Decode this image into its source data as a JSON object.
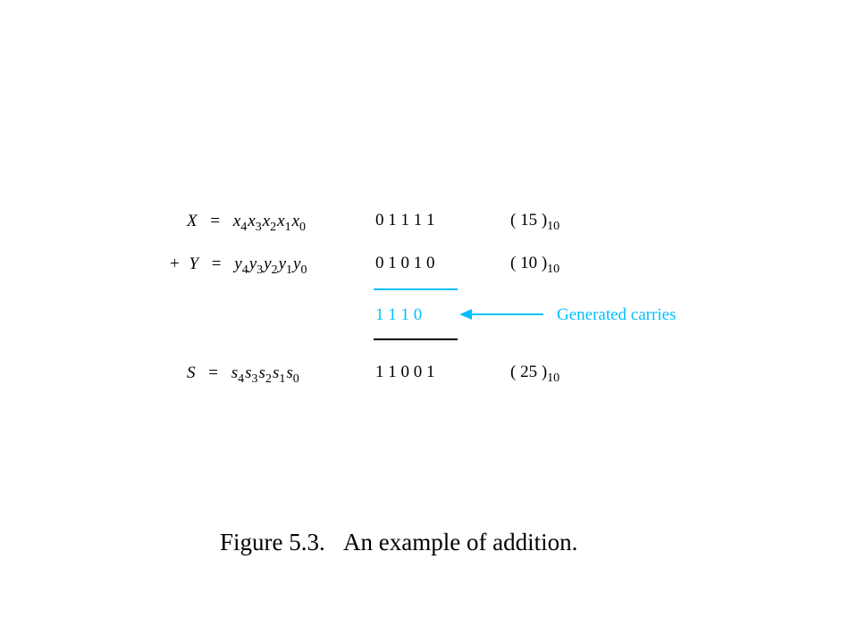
{
  "rows": {
    "x": {
      "lhs": "X",
      "eq": "=",
      "vars": [
        {
          "base": "x",
          "sub": "4"
        },
        {
          "base": "x",
          "sub": "3"
        },
        {
          "base": "x",
          "sub": "2"
        },
        {
          "base": "x",
          "sub": "1"
        },
        {
          "base": "x",
          "sub": "0"
        }
      ],
      "bits": "0 1 1 1 1",
      "decimal": "( 15 )",
      "base": "10"
    },
    "y": {
      "plus": "+",
      "lhs": "Y",
      "eq": "=",
      "vars": [
        {
          "base": "y",
          "sub": "4"
        },
        {
          "base": "y",
          "sub": "3"
        },
        {
          "base": "y",
          "sub": "2"
        },
        {
          "base": "y",
          "sub": "1"
        },
        {
          "base": "y",
          "sub": "0"
        }
      ],
      "bits": "0 1 0 1 0",
      "decimal": "( 10 )",
      "base": "10"
    },
    "s": {
      "lhs": "S",
      "eq": "=",
      "vars": [
        {
          "base": "s",
          "sub": "4"
        },
        {
          "base": "s",
          "sub": "3"
        },
        {
          "base": "s",
          "sub": "2"
        },
        {
          "base": "s",
          "sub": "1"
        },
        {
          "base": "s",
          "sub": "0"
        }
      ],
      "bits": "1 1 0 0 1",
      "decimal": "( 25 )",
      "base": "10"
    }
  },
  "carries": {
    "bits": "1 1 1 0",
    "label": "Generated carries",
    "color": "#00bfff"
  },
  "caption": "Figure 5.3.   An example of addition."
}
